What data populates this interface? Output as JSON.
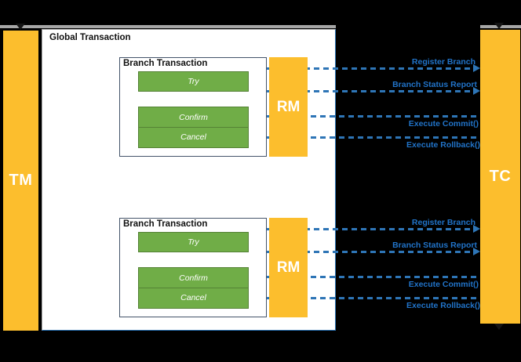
{
  "nodes": {
    "tm": "TM",
    "tc": "TC"
  },
  "global": {
    "title": "Global Transaction"
  },
  "branches": [
    {
      "title": "Branch Transaction",
      "rm": "RM",
      "phases": [
        "Try",
        "Confirm",
        "Cancel"
      ],
      "messages": [
        {
          "label": "Register Branch",
          "direction": "to-tc"
        },
        {
          "label": "Branch Status Report",
          "direction": "to-tc"
        },
        {
          "label": "Execute Commit()",
          "direction": "to-rm"
        },
        {
          "label": "Execute Rollback()",
          "direction": "to-rm"
        }
      ]
    },
    {
      "title": "Branch Transaction",
      "rm": "RM",
      "phases": [
        "Try",
        "Confirm",
        "Cancel"
      ],
      "messages": [
        {
          "label": "Register Branch",
          "direction": "to-tc"
        },
        {
          "label": "Branch Status Report",
          "direction": "to-tc"
        },
        {
          "label": "Execute Commit()",
          "direction": "to-rm"
        },
        {
          "label": "Execute Rollback()",
          "direction": "to-rm"
        }
      ]
    }
  ],
  "colors": {
    "background": "#000000",
    "actor_yellow": "#FCBE2D",
    "phase_green": "#70AD47",
    "phase_green_border": "#548235",
    "arrow_blue": "#2E75B6",
    "label_blue": "#2173C8",
    "top_rule_gray": "#A6A6A6"
  }
}
